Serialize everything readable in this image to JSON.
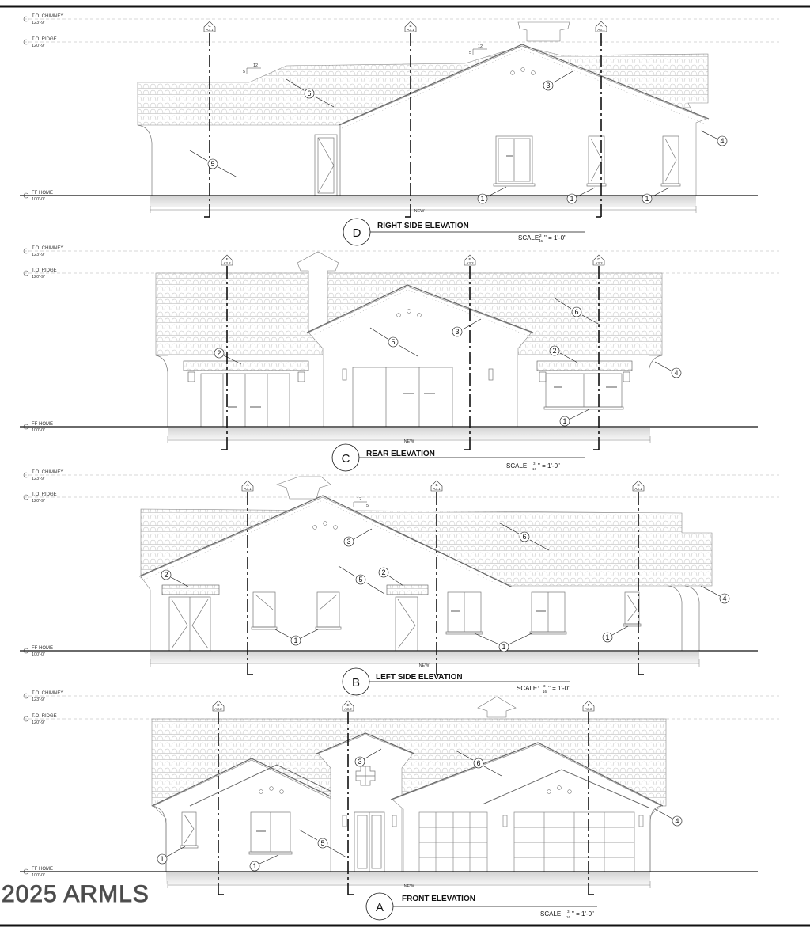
{
  "watermark": "2025 ARMLS",
  "levels": {
    "chimney": {
      "name": "T.O. CHIMNEY",
      "value": "123'-9\""
    },
    "ridge": {
      "name": "T.O. RIDGE",
      "value": "120'-9\""
    },
    "ff": {
      "name": "FF HOME",
      "value": "100'-0\""
    }
  },
  "width_label": "NEW",
  "scale": {
    "prefix": "SCALE:",
    "num": "3",
    "den": "16",
    "suffix": "\" = 1'-0\""
  },
  "pitch": {
    "run": "12",
    "rise": "5"
  },
  "elevations": [
    {
      "id": "D",
      "title": "RIGHT SIDE ELEVATION",
      "grids": [
        {
          "letter": "C",
          "sheet": "A3.1"
        },
        {
          "letter": "B",
          "sheet": "A3.1"
        },
        {
          "letter": "A",
          "sheet": "A3.1"
        }
      ]
    },
    {
      "id": "C",
      "title": "REAR ELEVATION",
      "grids": [
        {
          "letter": "F",
          "sheet": "A3.2"
        },
        {
          "letter": "E",
          "sheet": "A3.2"
        },
        {
          "letter": "D",
          "sheet": "A3.2"
        }
      ]
    },
    {
      "id": "B",
      "title": "LEFT SIDE ELEVATION",
      "grids": [
        {
          "letter": "A",
          "sheet": "A3.1"
        },
        {
          "letter": "B",
          "sheet": "A3.1"
        },
        {
          "letter": "C",
          "sheet": "A3.1"
        }
      ]
    },
    {
      "id": "A",
      "title": "FRONT ELEVATION",
      "grids": [
        {
          "letter": "D",
          "sheet": "A3.2"
        },
        {
          "letter": "E",
          "sheet": "A3.2"
        },
        {
          "letter": "F",
          "sheet": "A3.2"
        }
      ]
    }
  ],
  "keynotes": {
    "d": [
      "1",
      "1",
      "1",
      "3",
      "4",
      "5",
      "6"
    ],
    "c": [
      "1",
      "2",
      "2",
      "3",
      "4",
      "5",
      "6"
    ],
    "b": [
      "1",
      "1",
      "1",
      "2",
      "2",
      "3",
      "4",
      "5",
      "6"
    ],
    "a": [
      "1",
      "1",
      "3",
      "4",
      "5",
      "6"
    ]
  }
}
